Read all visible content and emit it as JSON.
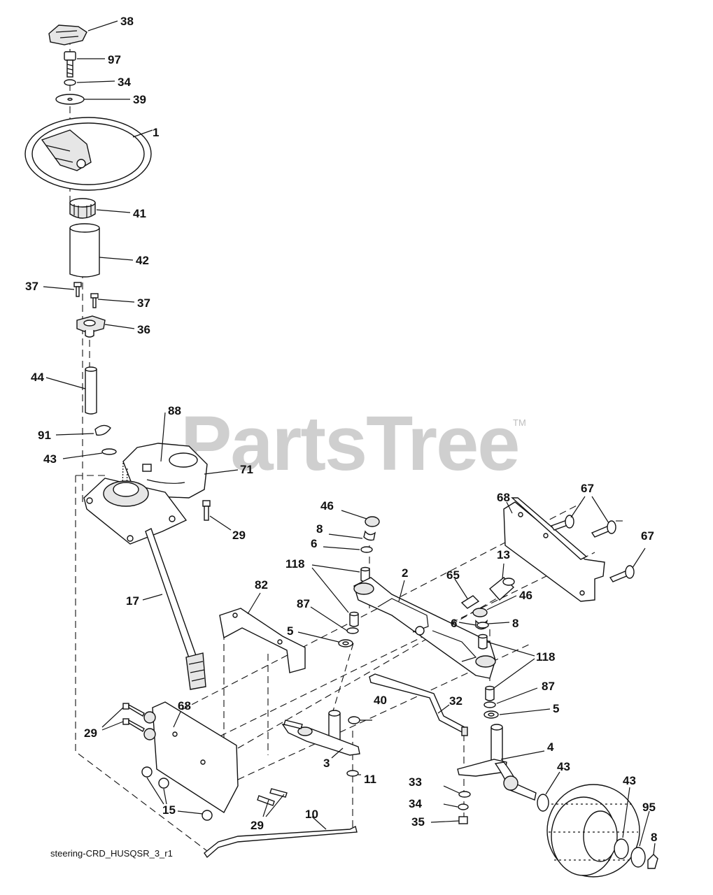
{
  "watermark": {
    "brand": "PartsTree",
    "trademark": "TM"
  },
  "caption": "steering-CRD_HUSQSR_3_r1",
  "callouts": {
    "c38": "38",
    "c97": "97",
    "c34a": "34",
    "c39": "39",
    "c1": "1",
    "c41": "41",
    "c42": "42",
    "c37a": "37",
    "c37b": "37",
    "c36": "36",
    "c44": "44",
    "c88": "88",
    "c91": "91",
    "c43a": "43",
    "c71": "71",
    "c29a": "29",
    "c46a": "46",
    "c8a": "8",
    "c6a": "6",
    "c118a": "118",
    "c2": "2",
    "c68a": "68",
    "c67a": "67",
    "c67b": "67",
    "c13": "13",
    "c65": "65",
    "c46b": "46",
    "c6b": "6",
    "c8b": "8",
    "c118b": "118",
    "c87a": "87",
    "c5a": "5",
    "c82": "82",
    "c17": "17",
    "c87b": "87",
    "c5b": "5",
    "c32": "32",
    "c40": "40",
    "c68b": "68",
    "c29b": "29",
    "c3": "3",
    "c4": "4",
    "c11": "11",
    "c43b": "43",
    "c33": "33",
    "c34b": "34",
    "c35": "35",
    "c43c": "43",
    "c95": "95",
    "c15": "15",
    "c29c": "29",
    "c10": "10",
    "c8c": "8"
  }
}
